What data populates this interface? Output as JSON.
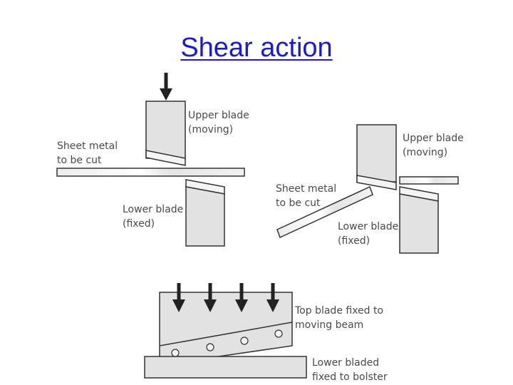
{
  "title": "Shear action",
  "colors": {
    "title": "#1a1ad6",
    "blade": "#e2e2e2",
    "outline": "#333333",
    "label": "#4a4a4a",
    "arrow": "#222222"
  },
  "icons": [
    "down-arrow-icon"
  ],
  "diagram_left": {
    "labels": {
      "upper_blade_1": "Upper blade",
      "upper_blade_2": "(moving)",
      "sheet_metal_1": "Sheet metal",
      "sheet_metal_2": "to be cut",
      "lower_blade_1": "Lower blade",
      "lower_blade_2": "(fixed)"
    }
  },
  "diagram_right": {
    "labels": {
      "upper_blade_1": "Upper blade",
      "upper_blade_2": "(moving)",
      "sheet_metal_1": "Sheet metal",
      "sheet_metal_2": "to be cut",
      "lower_blade_1": "Lower blade",
      "lower_blade_2": "(fixed)"
    }
  },
  "diagram_bottom": {
    "labels": {
      "top_blade_1": "Top blade fixed to",
      "top_blade_2": "moving beam",
      "lower_blade_1": "Lower bladed",
      "lower_blade_2": "fixed to bolster"
    }
  }
}
